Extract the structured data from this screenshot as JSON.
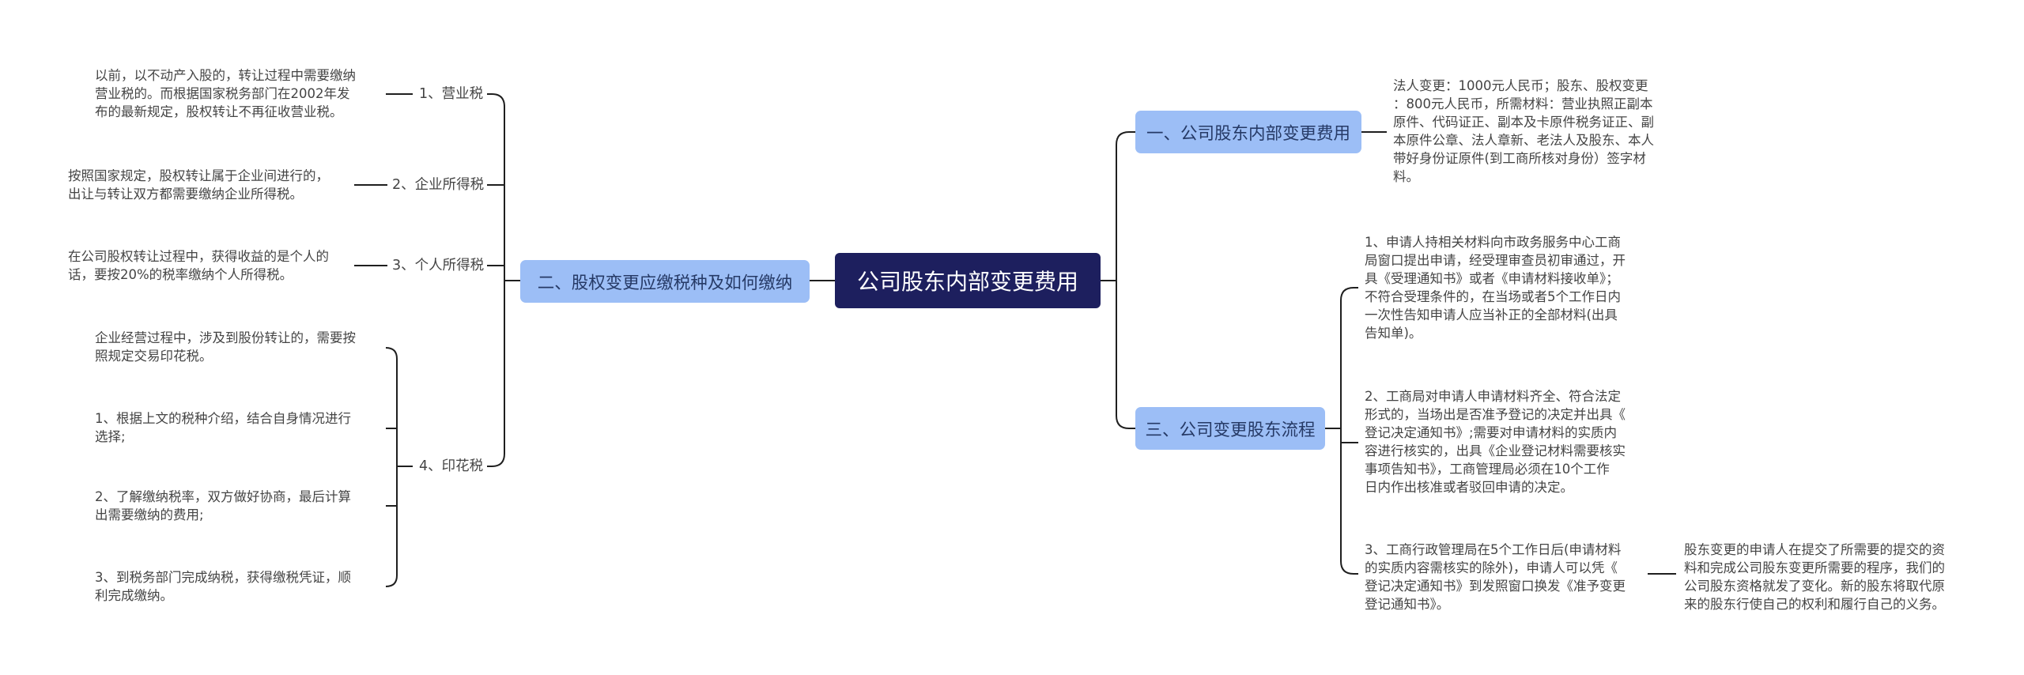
{
  "root": {
    "title": "公司股东内部变更费用"
  },
  "branches": {
    "b1": {
      "label": "一、公司股东内部变更费用"
    },
    "b2": {
      "label": "二、股权变更应缴税种及如何缴纳"
    },
    "b3": {
      "label": "三、公司变更股东流程"
    }
  },
  "b1_detail": "法人变更：1000元人民币；股东、股权变更\n：800元人民币，所需材料：营业执照正副本\n原件、代码证正、副本及卡原件税务证正、副\n本原件公章、法人章新、老法人及股东、本人\n带好身份证原件(到工商所核对身份）签字材\n料。",
  "b2_items": {
    "tax1": {
      "label": "1、营业税",
      "detail": "以前，以不动产入股的，转让过程中需要缴纳\n营业税的。而根据国家税务部门在2002年发\n布的最新规定，股权转让不再征收营业税。"
    },
    "tax2": {
      "label": "2、企业所得税",
      "detail": "按照国家规定，股权转让属于企业间进行的，\n出让与转让双方都需要缴纳企业所得税。"
    },
    "tax3": {
      "label": "3、个人所得税",
      "detail": "在公司股权转让过程中，获得收益的是个人的\n话，要按20%的税率缴纳个人所得税。"
    },
    "tax4": {
      "label": "4、印花税",
      "details": [
        "企业经营过程中，涉及到股份转让的，需要按\n照规定交易印花税。",
        "1、根据上文的税种介绍，结合自身情况进行\n选择;",
        "2、了解缴纳税率，双方做好协商，最后计算\n出需要缴纳的费用;",
        "3、到税务部门完成纳税，获得缴税凭证，顺\n利完成缴纳。"
      ]
    }
  },
  "b3_items": {
    "step1": "1、申请人持相关材料向市政务服务中心工商\n局窗口提出申请，经受理审查员初审通过，开\n具《受理通知书》或者《申请材料接收单》；\n不符合受理条件的，在当场或者5个工作日内\n一次性告知申请人应当补正的全部材料(出具\n告知单)。",
    "step2": "2、工商局对申请人申请材料齐全、符合法定\n形式的，当场出是否准予登记的决定并出具《\n登记决定通知书》;需要对申请材料的实质内\n容进行核实的，出具《企业登记材料需要核实\n事项告知书》，工商管理局必须在10个工作\n日内作出核准或者驳回申请的决定。",
    "step3": "3、工商行政管理局在5个工作日后(申请材料\n的实质内容需核实的除外)，申请人可以凭《\n登记决定通知书》到发照窗口换发《准予变更\n登记通知书》。",
    "step3_note": "股东变更的申请人在提交了所需要的提交的资\n料和完成公司股东变更所需要的程序，我们的\n公司股东资格就发了变化。新的股东将取代原\n来的股东行使自己的权利和履行自己的义务。"
  }
}
